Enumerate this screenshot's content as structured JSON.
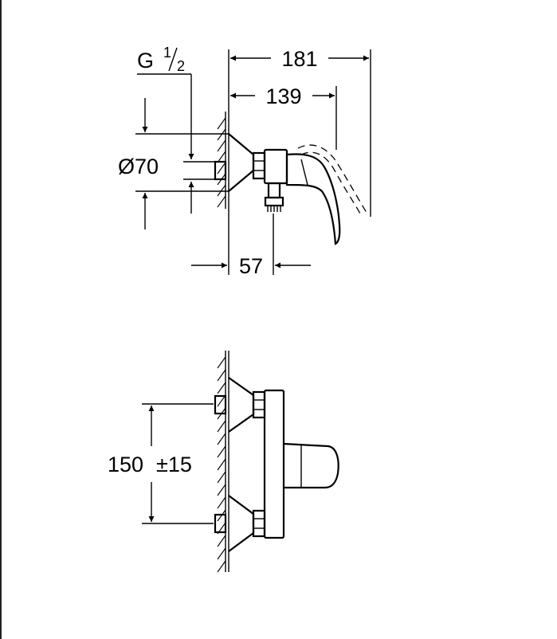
{
  "drawing": {
    "side_view": {
      "thread_label": "G",
      "thread_num": "1",
      "thread_den": "2",
      "dim_total_depth": "181",
      "dim_spout_depth": "139",
      "dim_escutcheon_diameter": "Ø70",
      "dim_outlet_offset": "57"
    },
    "front_view": {
      "dim_inlet_spacing": "150",
      "dim_inlet_tolerance": "±15"
    }
  }
}
